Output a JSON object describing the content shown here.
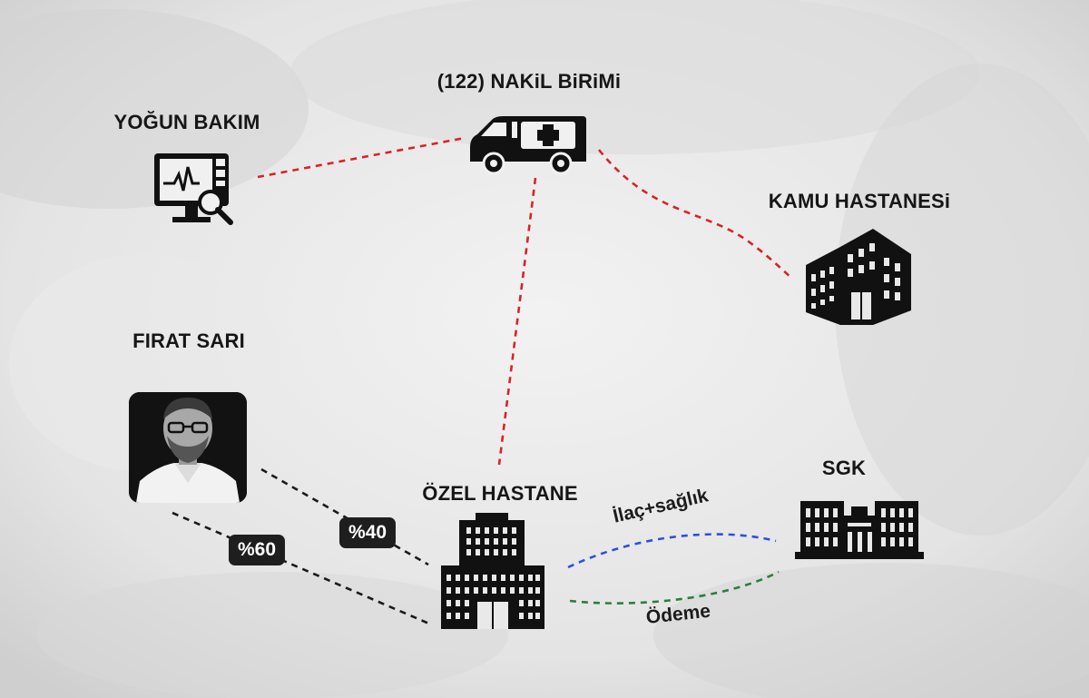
{
  "nodes": {
    "yogun_bakim": {
      "label": "YOĞUN BAKIM",
      "icon": "monitor-search-icon"
    },
    "nakil_birimi": {
      "label": "(122) NAKiL BiRiMi",
      "icon": "ambulance-icon"
    },
    "kamu_hastanesi": {
      "label": "KAMU HASTANESi",
      "icon": "building-icon"
    },
    "firat_sari": {
      "label": "FIRAT SARI",
      "icon": "person-photo"
    },
    "ozel_hastane": {
      "label": "ÖZEL HASTANE",
      "icon": "hospital-tower-icon"
    },
    "sgk": {
      "label": "SGK",
      "icon": "government-building-icon"
    }
  },
  "edges": {
    "share_40": {
      "label": "%40"
    },
    "share_60": {
      "label": "%60"
    },
    "ilac_saglik": {
      "label": "İlaç+sağlık",
      "color": "#2f50d8"
    },
    "odeme": {
      "label": "Ödeme",
      "color": "#2e7d3c"
    }
  },
  "colors": {
    "red_link": "#d8232a",
    "black_link": "#1a1a1a",
    "blue_link": "#2f50d8",
    "green_link": "#2e7d3c"
  }
}
